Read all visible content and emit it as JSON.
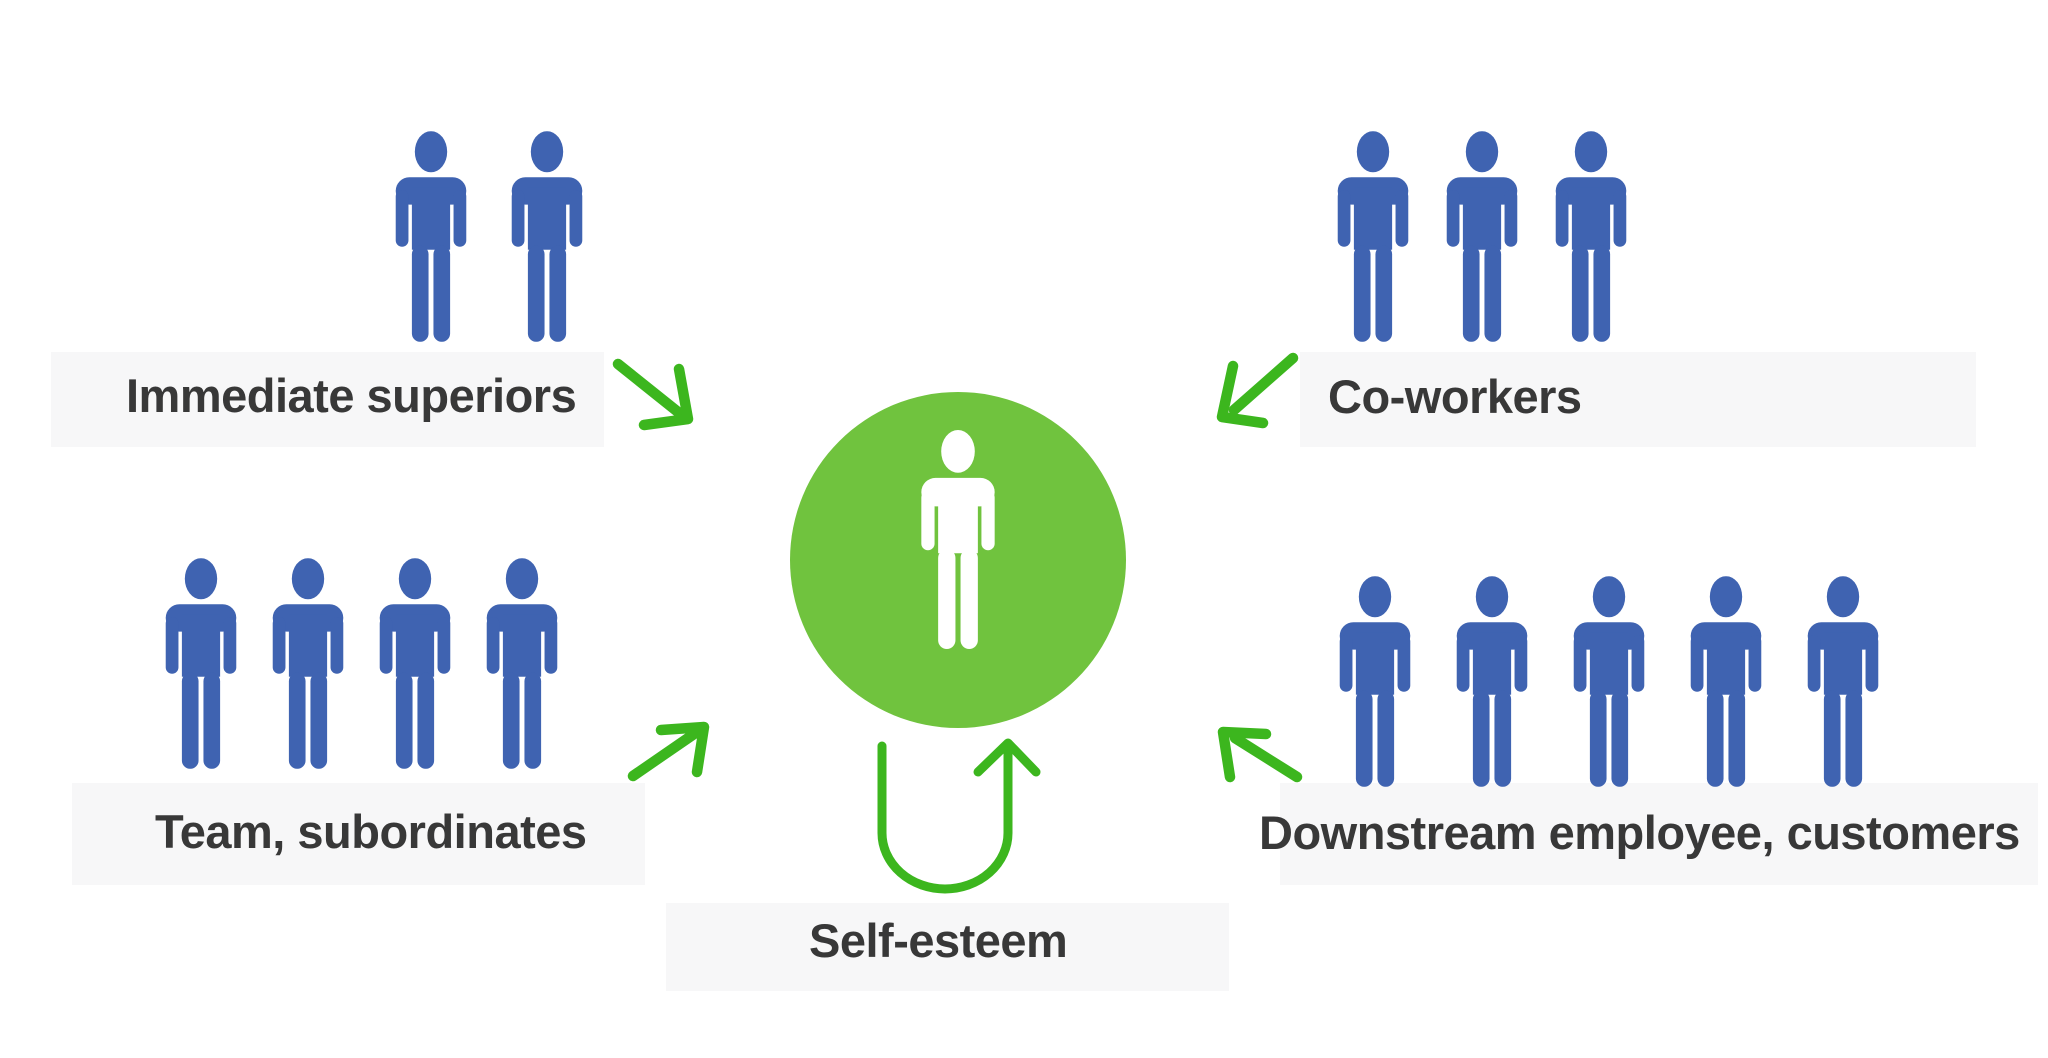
{
  "diagram": {
    "type": "360-degree-feedback-diagram",
    "groups": [
      {
        "label": "Immediate superiors",
        "people_count": 2,
        "position": "top-left",
        "arrow_direction": "down-right-toward-center"
      },
      {
        "label": "Co-workers",
        "people_count": 3,
        "position": "top-right",
        "arrow_direction": "down-left-toward-center"
      },
      {
        "label": "Team, subordinates",
        "people_count": 4,
        "position": "bottom-left",
        "arrow_direction": "up-right-toward-center"
      },
      {
        "label": "Downstream employee, customers",
        "people_count": 5,
        "position": "bottom-right",
        "arrow_direction": "up-left-toward-center"
      }
    ],
    "center": {
      "icon": "person-in-circle",
      "self_loop_label": "Self-esteem"
    },
    "colors": {
      "person_blue": "#3f63b1",
      "circle_green": "#70c33e",
      "arrow_green": "#3cb61e",
      "label_text": "#383838",
      "band_background": "#f7f7f8",
      "center_person": "#ffffff",
      "background": "#ffffff"
    }
  }
}
